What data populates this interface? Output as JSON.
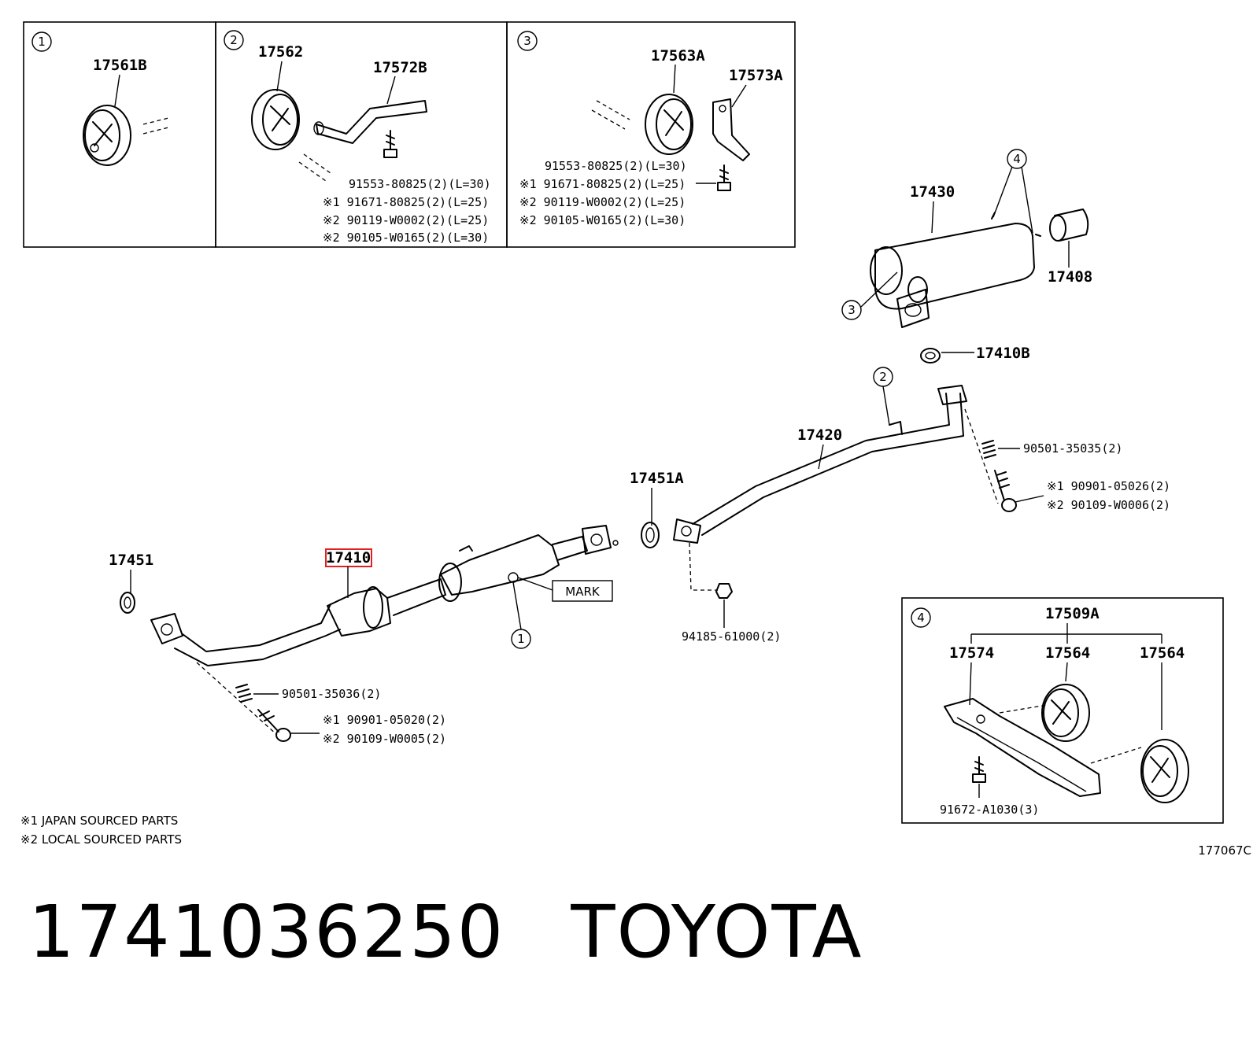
{
  "callouts": {
    "c1": "1",
    "c2": "2",
    "c3": "3",
    "c4": "4"
  },
  "box1": {
    "part": "17561B"
  },
  "box2": {
    "part_a": "17562",
    "part_b": "17572B",
    "refs": [
      "91553-80825(2)(L=30)",
      "※1 91671-80825(2)(L=25)",
      "※2 90119-W0002(2)(L=25)",
      "※2 90105-W0165(2)(L=30)"
    ]
  },
  "box3": {
    "part_a": "17563A",
    "part_b": "17573A",
    "refs": [
      "91553-80825(2)(L=30)",
      "※1 91671-80825(2)(L=25)",
      "※2 90119-W0002(2)(L=25)",
      "※2 90105-W0165(2)(L=30)"
    ]
  },
  "box4": {
    "kit": "17509A",
    "parts": [
      "17574",
      "17564",
      "17564"
    ],
    "bolt": "91672-A1030(3)"
  },
  "main": {
    "muffler": "17430",
    "tail_tip": "17408",
    "gasket_b": "17410B",
    "center_pipe": "17420",
    "gasket_a": "17451A",
    "front_pipe": "17410",
    "gasket": "17451",
    "mark": "MARK",
    "nut": "94185-61000(2)",
    "spring_rear": "90501-35035(2)",
    "bolt_rear_1": "※1 90901-05026(2)",
    "bolt_rear_2": "※2 90109-W0006(2)",
    "spring_front": "90501-35036(2)",
    "bolt_front_1": "※1 90901-05020(2)",
    "bolt_front_2": "※2 90109-W0005(2)"
  },
  "notes": [
    "※1 JAPAN SOURCED PARTS",
    "※2 LOCAL SOURCED PARTS"
  ],
  "figure_id": "177067C",
  "caption": {
    "part_number": "1741036250",
    "brand": "TOYOTA"
  },
  "highlight_color": "#e02020"
}
